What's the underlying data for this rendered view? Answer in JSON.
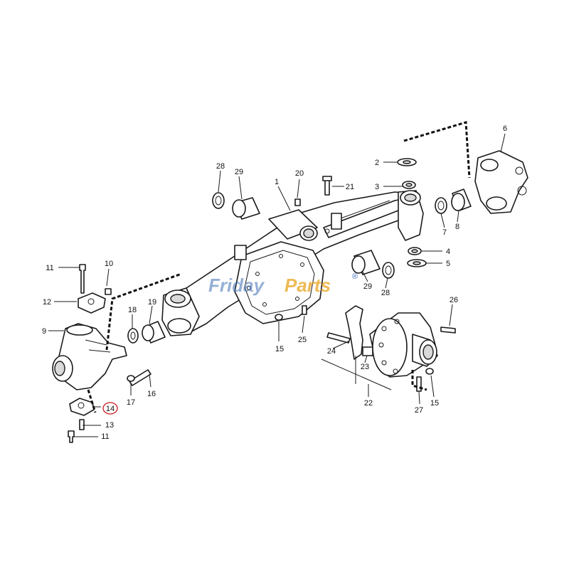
{
  "watermark": {
    "text_a": "Friday",
    "text_b": "Parts",
    "registered": "®"
  },
  "highlighted_part": "14",
  "colors": {
    "line": "#1a1a1a",
    "watermark_blue": "#3f6fb4",
    "watermark_orange": "#e8a41c",
    "highlight": "#d0161b"
  },
  "callouts": {
    "c1": "1",
    "c2": "2",
    "c3": "3",
    "c4": "4",
    "c5": "5",
    "c6": "6",
    "c7": "7",
    "c8": "8",
    "c9": "9",
    "c10": "10",
    "c11a": "11",
    "c11b": "11",
    "c12": "12",
    "c13": "13",
    "c14": "14",
    "c15a": "15",
    "c15b": "15",
    "c16": "16",
    "c17": "17",
    "c18": "18",
    "c19": "19",
    "c20": "20",
    "c21": "21",
    "c22": "22",
    "c23": "23",
    "c24": "24",
    "c25": "25",
    "c26": "26",
    "c27": "27",
    "c28a": "28",
    "c28b": "28",
    "c29a": "29",
    "c29b": "29"
  }
}
